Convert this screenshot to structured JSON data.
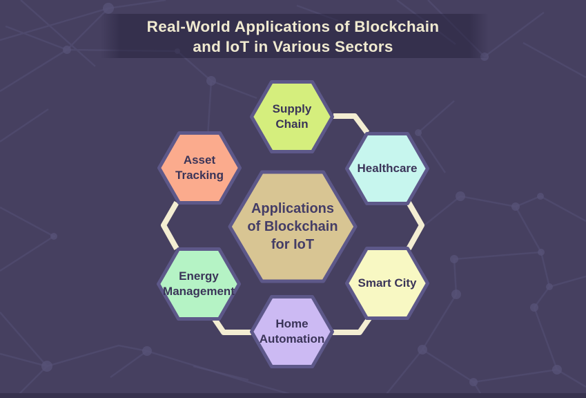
{
  "header": {
    "title": "Real-World Applications of Blockchain\nand IoT in Various Sectors"
  },
  "diagram": {
    "center": {
      "label": "Applications\nof Blockchain\nfor IoT",
      "fill": "#d8c593"
    },
    "satellites": [
      {
        "id": "supply-chain",
        "label": "Supply\nChain",
        "fill": "#d5ee7d"
      },
      {
        "id": "healthcare",
        "label": "Healthcare",
        "fill": "#c7f6ee"
      },
      {
        "id": "smart-city",
        "label": "Smart City",
        "fill": "#f8f8c3"
      },
      {
        "id": "home-automation",
        "label": "Home\nAutomation",
        "fill": "#ccbaf3"
      },
      {
        "id": "energy-management",
        "label": "Energy\nManagement",
        "fill": "#b5f3c5"
      },
      {
        "id": "asset-tracking",
        "label": "Asset\nTracking",
        "fill": "#fbab8d"
      }
    ],
    "connector_color": "#f3edd2"
  },
  "colors": {
    "background": "#464060",
    "hexagon_border": "#5d5889",
    "title_text": "#f0ead0",
    "satellite_label_text": "#3a3458",
    "center_label_text": "#443d66",
    "footer_strip": "#37324e"
  }
}
